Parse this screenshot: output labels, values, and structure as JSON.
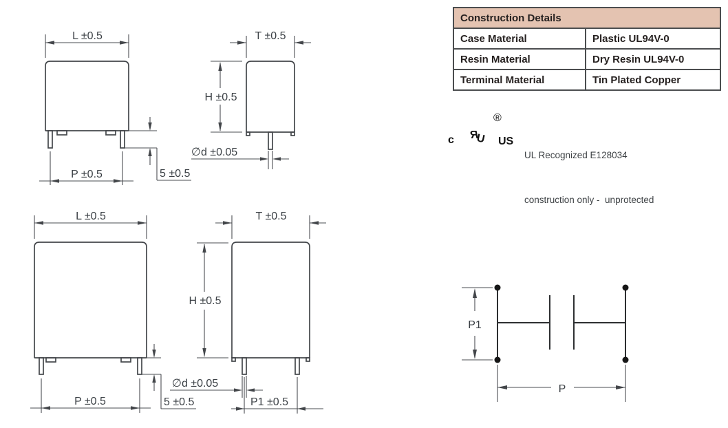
{
  "page": {
    "background": "#ffffff"
  },
  "construction_table": {
    "title": "Construction Details",
    "header_bg": "#e4c3b1",
    "border_color": "#4b4d4f",
    "rows": [
      {
        "property": "Case Material",
        "value": "Plastic UL94V-0"
      },
      {
        "property": "Resin Material",
        "value": "Dry Resin UL94V-0"
      },
      {
        "property": "Terminal Material",
        "value": "Tin Plated Copper"
      }
    ]
  },
  "ul_mark": {
    "c_label": "c",
    "monogram_r": "R",
    "monogram_u": "U",
    "registered_symbol": "®",
    "us_label": "US",
    "line1": "UL Recognized E128034",
    "line2": "construction only -  unprotected"
  },
  "dimension_labels": {
    "top_front": {
      "length": "L ±0.5",
      "pin_pitch": "P ±0.5",
      "standoff": "5 ±0.5"
    },
    "top_side": {
      "thickness": "T ±0.5",
      "height": "H ±0.5",
      "lead_diameter": "∅d ±0.05"
    },
    "bottom_front": {
      "length": "L ±0.5",
      "pin_pitch": "P ±0.5",
      "standoff": "5 ±0.5"
    },
    "bottom_side": {
      "thickness": "T ±0.5",
      "height": "H ±0.5",
      "lead_diameter": "∅d ±0.05",
      "pin_pitch_p1": "P1 ±0.5"
    },
    "schematic": {
      "p1": "P1",
      "p": "P"
    }
  }
}
